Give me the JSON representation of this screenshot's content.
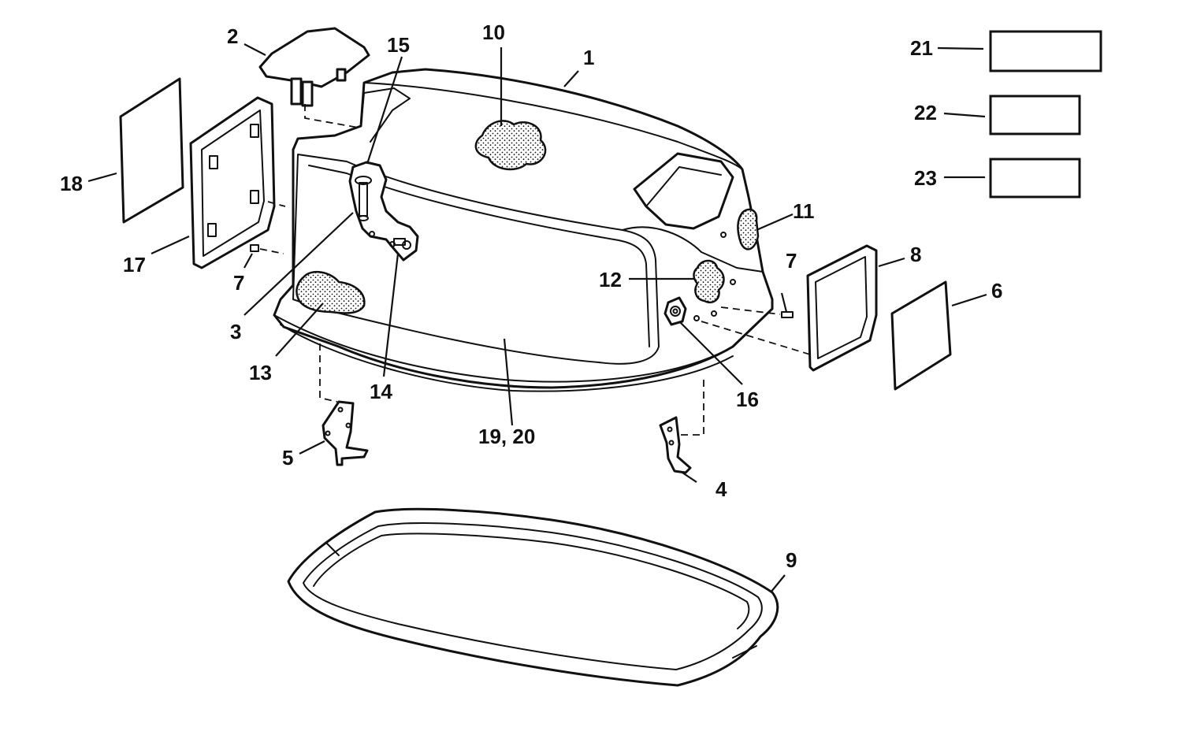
{
  "diagram": {
    "callouts": [
      {
        "id": "1",
        "label": "1"
      },
      {
        "id": "2",
        "label": "2"
      },
      {
        "id": "3",
        "label": "3"
      },
      {
        "id": "4",
        "label": "4"
      },
      {
        "id": "5",
        "label": "5"
      },
      {
        "id": "6",
        "label": "6"
      },
      {
        "id": "7a",
        "label": "7"
      },
      {
        "id": "7b",
        "label": "7"
      },
      {
        "id": "8",
        "label": "8"
      },
      {
        "id": "9",
        "label": "9"
      },
      {
        "id": "10",
        "label": "10"
      },
      {
        "id": "11",
        "label": "11"
      },
      {
        "id": "12",
        "label": "12"
      },
      {
        "id": "13",
        "label": "13"
      },
      {
        "id": "14",
        "label": "14"
      },
      {
        "id": "15",
        "label": "15"
      },
      {
        "id": "16",
        "label": "16"
      },
      {
        "id": "17",
        "label": "17"
      },
      {
        "id": "18",
        "label": "18"
      },
      {
        "id": "19-20",
        "label": "19, 20"
      },
      {
        "id": "21",
        "label": "21"
      },
      {
        "id": "22",
        "label": "22"
      },
      {
        "id": "23",
        "label": "23"
      }
    ]
  }
}
